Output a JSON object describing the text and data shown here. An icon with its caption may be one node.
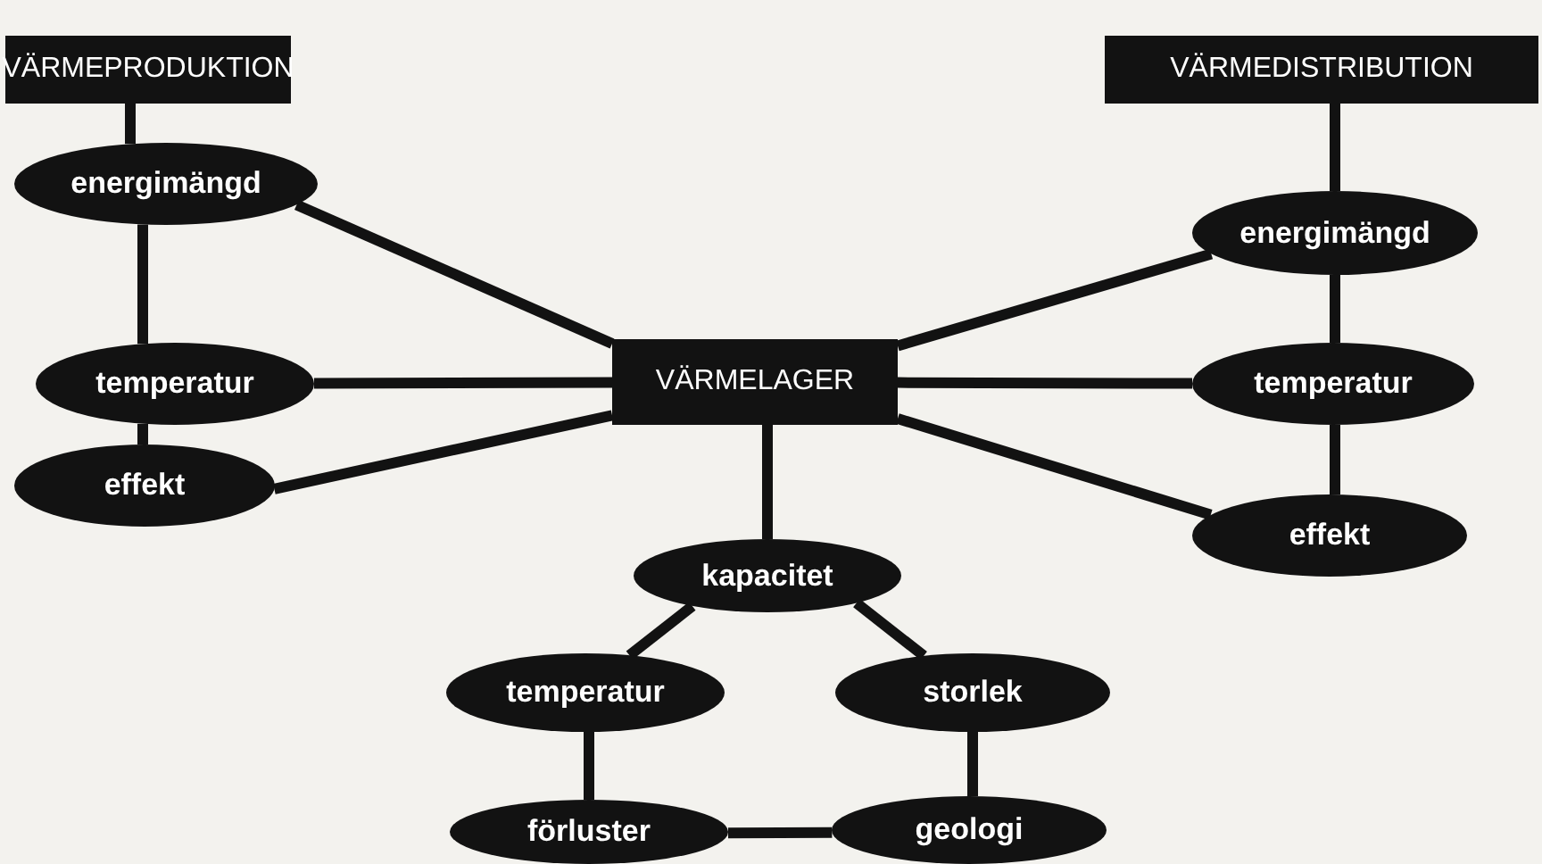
{
  "diagram": {
    "nodes": [
      {
        "text": [
          "VÄRMEPRODUKTION"
        ]
      },
      {
        "text": [
          "energimängd"
        ]
      },
      {
        "text": [
          "temperatur"
        ]
      },
      {
        "text": [
          "effekt"
        ]
      },
      {
        "text": [
          "VÄRMELAGER"
        ]
      },
      {
        "text": [
          "VÄRMEDISTRIBUTION"
        ]
      },
      {
        "text": [
          "energimängd"
        ]
      },
      {
        "text": [
          "temperatur"
        ]
      },
      {
        "text": [
          "effekt"
        ]
      },
      {
        "text": [
          "kapacitet"
        ]
      },
      {
        "text": [
          "temperatur"
        ]
      },
      {
        "text": [
          "storlek"
        ]
      },
      {
        "text": [
          "förluster"
        ]
      },
      {
        "text": [
          "geologi"
        ]
      }
    ],
    "edges": [
      {
        "from": 0,
        "to": 1,
        "arrow": "none"
      },
      {
        "from": 1,
        "to": 2,
        "arrow": "none"
      },
      {
        "from": 2,
        "to": 3,
        "arrow": "none"
      },
      {
        "from": 1,
        "to": 4,
        "arrow": "none"
      },
      {
        "from": 2,
        "to": 4,
        "arrow": "none"
      },
      {
        "from": 3,
        "to": 4,
        "arrow": "none"
      },
      {
        "from": 5,
        "to": 6,
        "arrow": "none"
      },
      {
        "from": 6,
        "to": 7,
        "arrow": "none"
      },
      {
        "from": 7,
        "to": 8,
        "arrow": "none"
      },
      {
        "from": 6,
        "to": 4,
        "arrow": "none"
      },
      {
        "from": 7,
        "to": 4,
        "arrow": "none"
      },
      {
        "from": 8,
        "to": 4,
        "arrow": "none"
      },
      {
        "from": 4,
        "to": 9,
        "arrow": "none"
      },
      {
        "from": 9,
        "to": 10,
        "arrow": "none"
      },
      {
        "from": 9,
        "to": 11,
        "arrow": "none"
      },
      {
        "from": 10,
        "to": 12,
        "arrow": "none"
      },
      {
        "from": 11,
        "to": 13,
        "arrow": "none"
      },
      {
        "from": 12,
        "to": 13,
        "arrow": "none"
      }
    ]
  }
}
